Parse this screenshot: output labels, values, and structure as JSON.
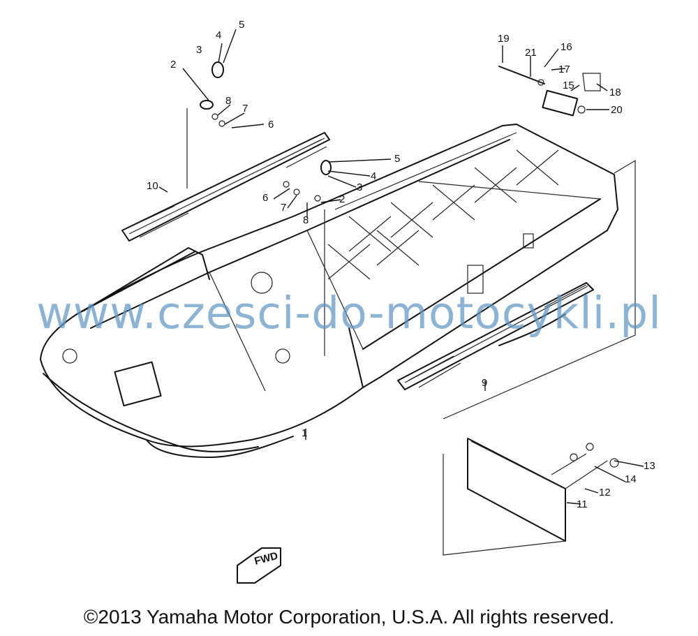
{
  "watermark": "www.czesci-do-motocykli.pl",
  "copyright": "©2013 Yamaha Motor Corporation, U.S.A. All rights reserved.",
  "fwd_label": "FWD",
  "callouts": [
    "1",
    "2",
    "3",
    "4",
    "5",
    "6",
    "7",
    "8",
    "10",
    "11",
    "12",
    "13",
    "14",
    "15",
    "16",
    "17",
    "18",
    "19",
    "20",
    "21",
    "2",
    "3",
    "4",
    "5",
    "6",
    "7",
    "8",
    "9"
  ],
  "colors": {
    "line": "#111111",
    "watermark": "#5f96c3",
    "background": "#ffffff"
  }
}
